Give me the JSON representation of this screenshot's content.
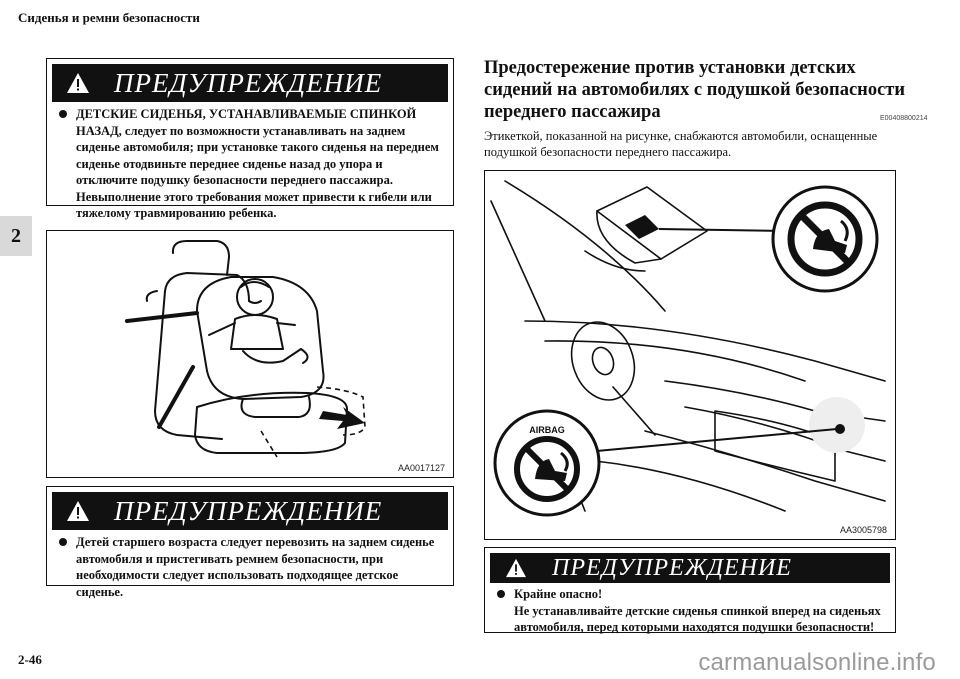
{
  "header": {
    "title": "Сиденья и ремни безопасности"
  },
  "chapter_tab": "2",
  "page_number": "2-46",
  "watermark": "carmanualsonline.info",
  "warning_1": {
    "title": "ПРЕДУПРЕЖДЕНИЕ",
    "text": "ДЕТСКИЕ СИДЕНЬЯ, УСТАНАВЛИВАЕМЫЕ СПИНКОЙ НАЗАД, следует по возможности устанавливать на заднем сиденье автомобиля; при установке такого сиденья на переднем сиденье отодвиньте переднее сиденье назад до упора и отключите подушку безопасности переднего пассажира. Невыполнение этого требования может привести к гибели или тяжелому травмированию ребенка."
  },
  "figure_1": {
    "label": "AA0017127",
    "icon": "rear-facing-child-seat-illustration"
  },
  "warning_2": {
    "title": "ПРЕДУПРЕЖДЕНИЕ",
    "text": "Детей старшего возраста следует перевозить на заднем сиденье автомобиля и пристегивать ремнем безопасности, при необходимости следует использовать подходящее детское сиденье."
  },
  "section": {
    "title": "Предостережение против установки детских сидений на автомобилях с подушкой безопасности переднего пассажира",
    "code": "E00408800214",
    "text": "Этикеткой, показанной на рисунке, снабжаются автомобили, оснащенные подушкой безопасности переднего пассажира."
  },
  "figure_2": {
    "label": "AA3005798",
    "airbag_text": "AIRBAG",
    "icon": "airbag-warning-label-illustration"
  },
  "warning_3": {
    "title": "ПРЕДУПРЕЖДЕНИЕ",
    "line1": "Крайне опасно!",
    "line2": "Не устанавливайте детские сиденья спинкой вперед на сиденьях автомобиля, перед которыми находятся подушки безопасности!"
  }
}
